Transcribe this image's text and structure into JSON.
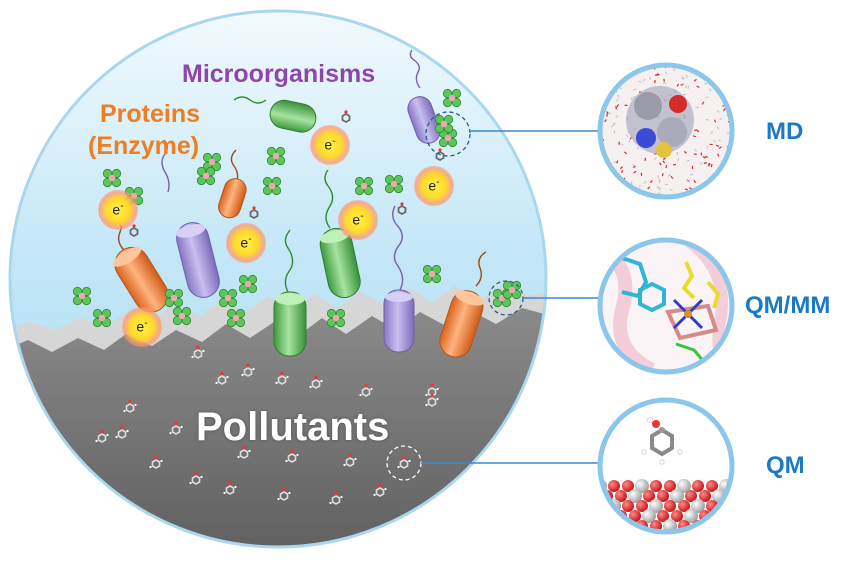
{
  "labels": {
    "microorganisms": "Microorganisms",
    "proteins_line1": "Proteins",
    "proteins_line2": "(Enzyme)",
    "pollutants": "Pollutants",
    "md": "MD",
    "qmmm": "QM/MM",
    "qm": "QM"
  },
  "electron_label": "e",
  "electron_charge": "-",
  "colors": {
    "microorganism": "#a99bd6",
    "protein": "#f08a4c",
    "green_cell": "#6cc96c",
    "label_purple": "#8e46ad",
    "label_orange": "#ef7d22",
    "method_blue": "#1a7ac8",
    "water": "#bfe3f5",
    "surface": "#7a7a7a"
  }
}
